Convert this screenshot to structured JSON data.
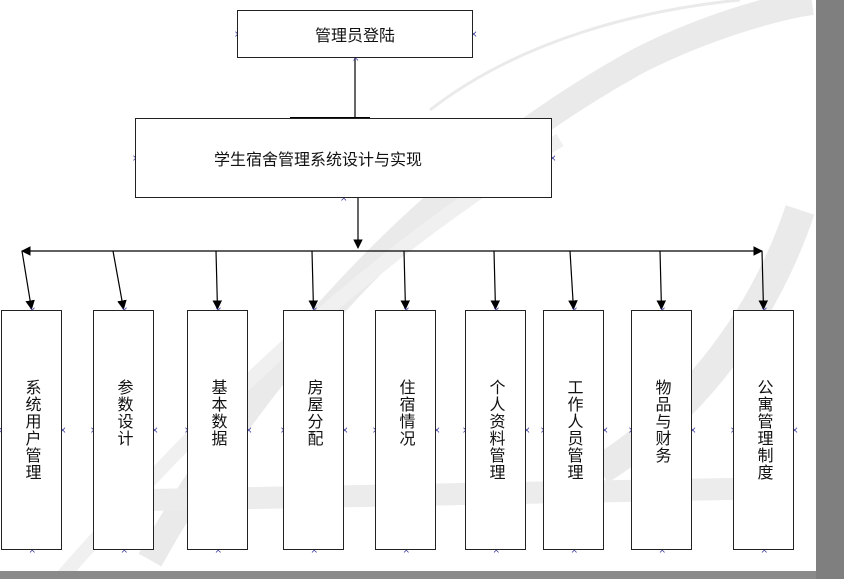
{
  "diagram": {
    "root": {
      "label": "管理员登陆"
    },
    "system": {
      "label": "学生宿舍管理系统设计与实现"
    },
    "modules": [
      {
        "label": "系统用户管理"
      },
      {
        "label": "参数设计"
      },
      {
        "label": "基本数据"
      },
      {
        "label": "房屋分配"
      },
      {
        "label": "住宿情况"
      },
      {
        "label": "个人资料管理"
      },
      {
        "label": "工作人员管理"
      },
      {
        "label": "物品与财务"
      },
      {
        "label": "公寓管理制度"
      }
    ]
  },
  "colors": {
    "line": "#000000",
    "box_border": "#222222",
    "handle": "#3a3aa0",
    "background_swoosh": "#e9e9e9",
    "edge": "#7f7f7f"
  }
}
